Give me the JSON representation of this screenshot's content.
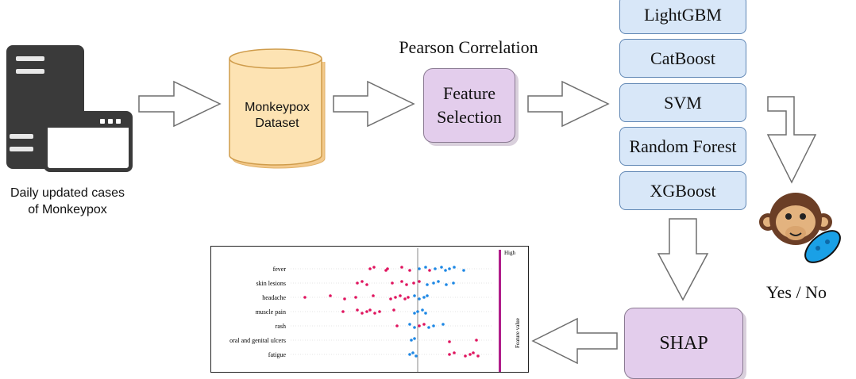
{
  "source": {
    "caption_line1": "Daily updated cases",
    "caption_line2": "of Monkeypox",
    "icon": "server-icon"
  },
  "dataset": {
    "label_line1": "Monkeypox",
    "label_line2": "Dataset",
    "icon": "database-icon"
  },
  "feature_selection": {
    "method_label": "Pearson Correlation",
    "label_line1": "Feature",
    "label_line2": "Selection"
  },
  "models": [
    "LightGBM",
    "CatBoost",
    "SVM",
    "Random Forest",
    "XGBoost"
  ],
  "output": {
    "label": "Yes / No",
    "icon": "monkey-virus-icon"
  },
  "shap": {
    "label": "SHAP"
  },
  "shap_plot": {
    "features": [
      "fever",
      "skin lesions",
      "headache",
      "muscle pain",
      "rash",
      "oral and genital ulcers",
      "fatigue"
    ],
    "colorbar_high": "High",
    "colorbar_title": "Feature value",
    "colors": {
      "high": "#e0155f",
      "low": "#1e88e5"
    }
  },
  "colors": {
    "model_fill": "#d8e7f8",
    "model_border": "#5f86b4",
    "purple_fill": "#e3cdec",
    "dataset_fill": "#fde3b3",
    "arrow_fill": "#ffffff",
    "arrow_stroke": "#6f6f6f"
  }
}
